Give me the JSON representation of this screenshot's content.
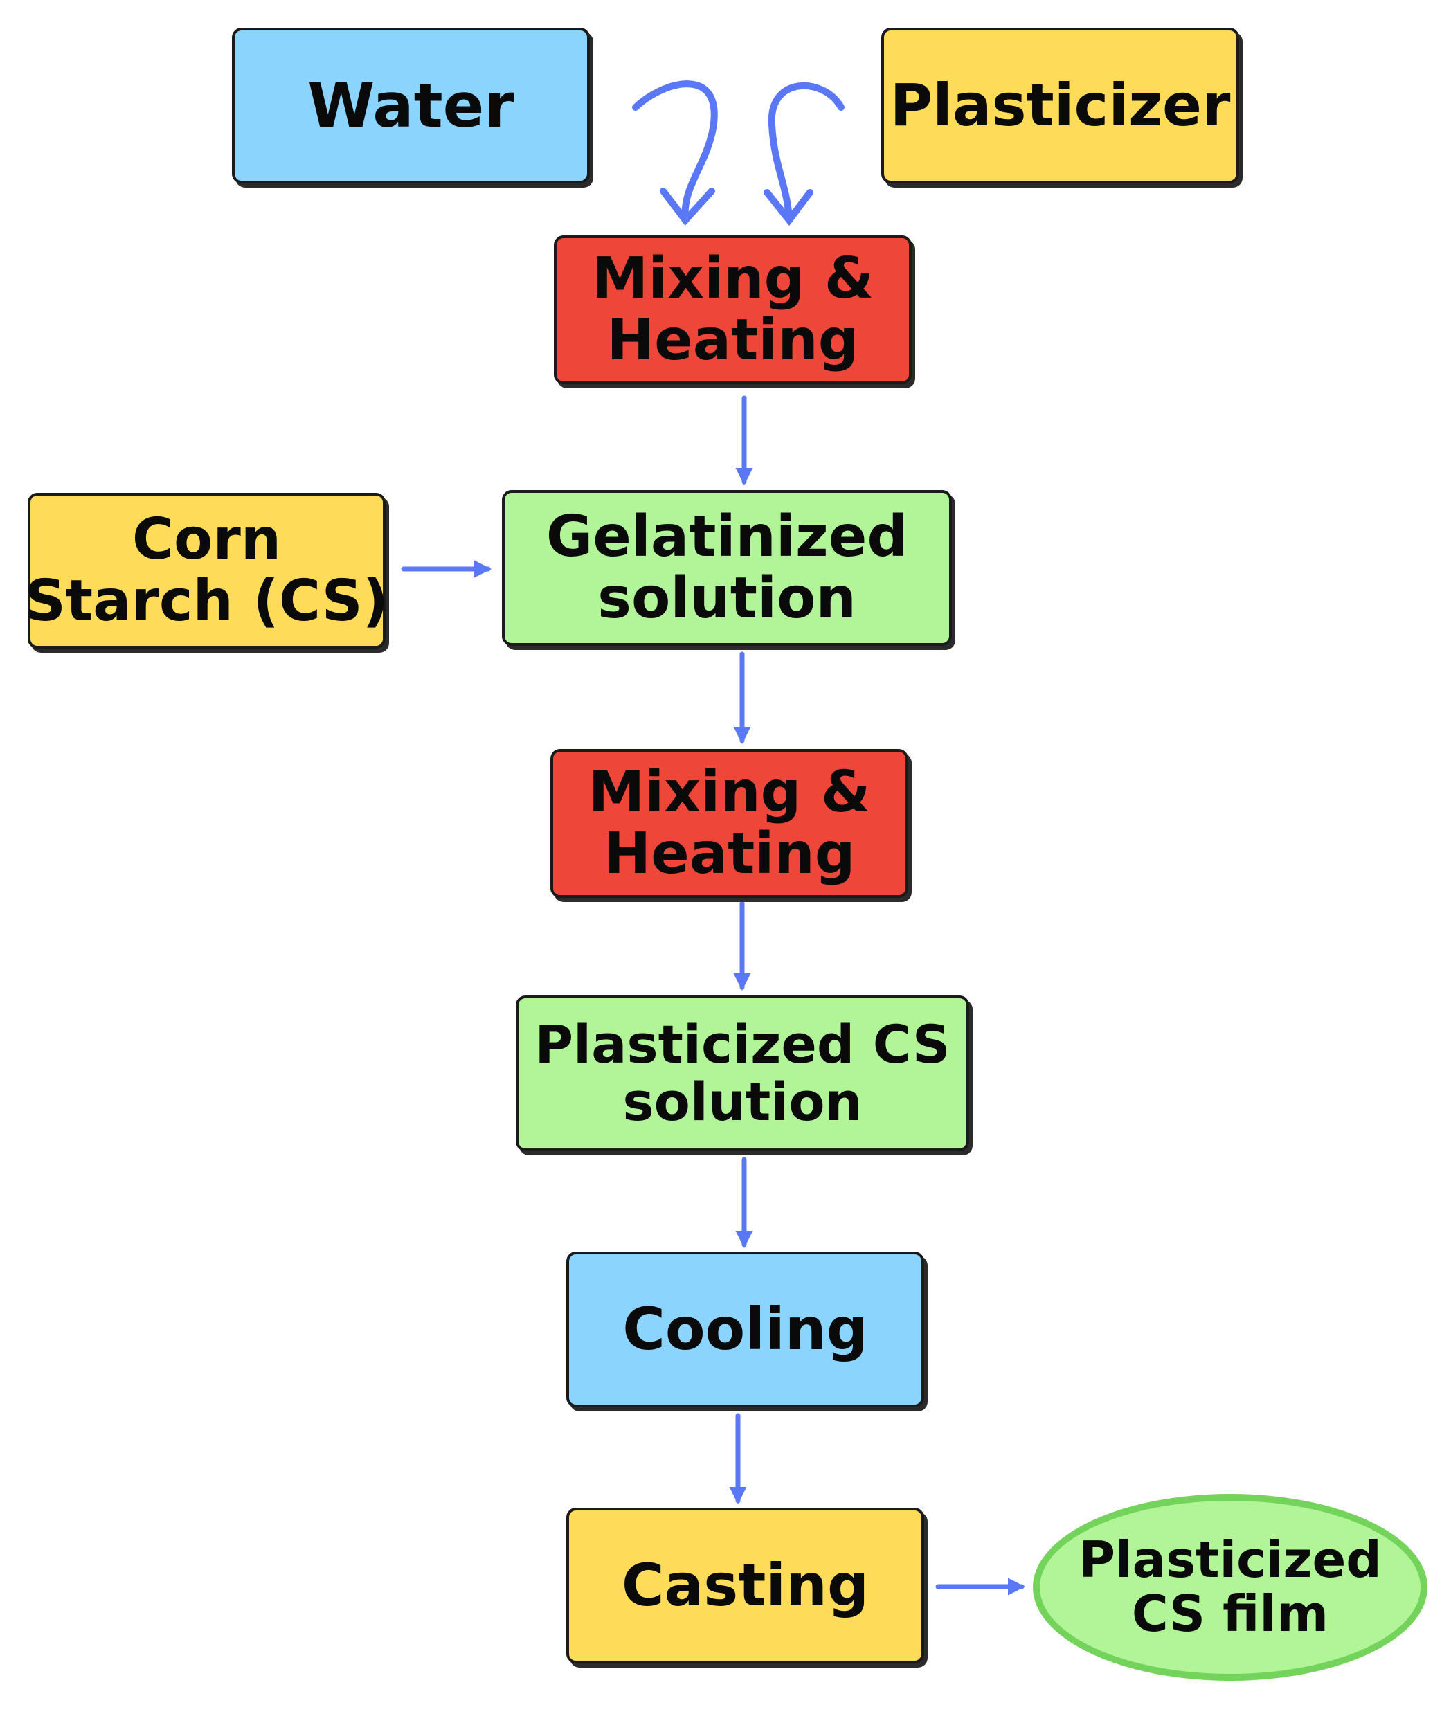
{
  "colors": {
    "arrow": "#5a78f5",
    "blue": "#8bd4fd",
    "yellow": "#fedc5a",
    "red": "#ee4638",
    "green": "#b2f498",
    "oval_border": "#74d35a"
  },
  "nodes": {
    "water": {
      "lines": [
        "Water"
      ]
    },
    "plasticizer": {
      "lines": [
        "Plasticizer"
      ]
    },
    "mixing1": {
      "lines": [
        "Mixing &",
        "Heating"
      ]
    },
    "corn_starch": {
      "lines": [
        "Corn",
        "Starch (CS)"
      ]
    },
    "gelatinized": {
      "lines": [
        "Gelatinized",
        "solution"
      ]
    },
    "mixing2": {
      "lines": [
        "Mixing &",
        "Heating"
      ]
    },
    "plasticized_solution": {
      "lines": [
        "Plasticized CS",
        "solution"
      ]
    },
    "cooling": {
      "lines": [
        "Cooling"
      ]
    },
    "casting": {
      "lines": [
        "Casting"
      ]
    },
    "film": {
      "lines": [
        "Plasticized",
        "CS film"
      ]
    }
  }
}
